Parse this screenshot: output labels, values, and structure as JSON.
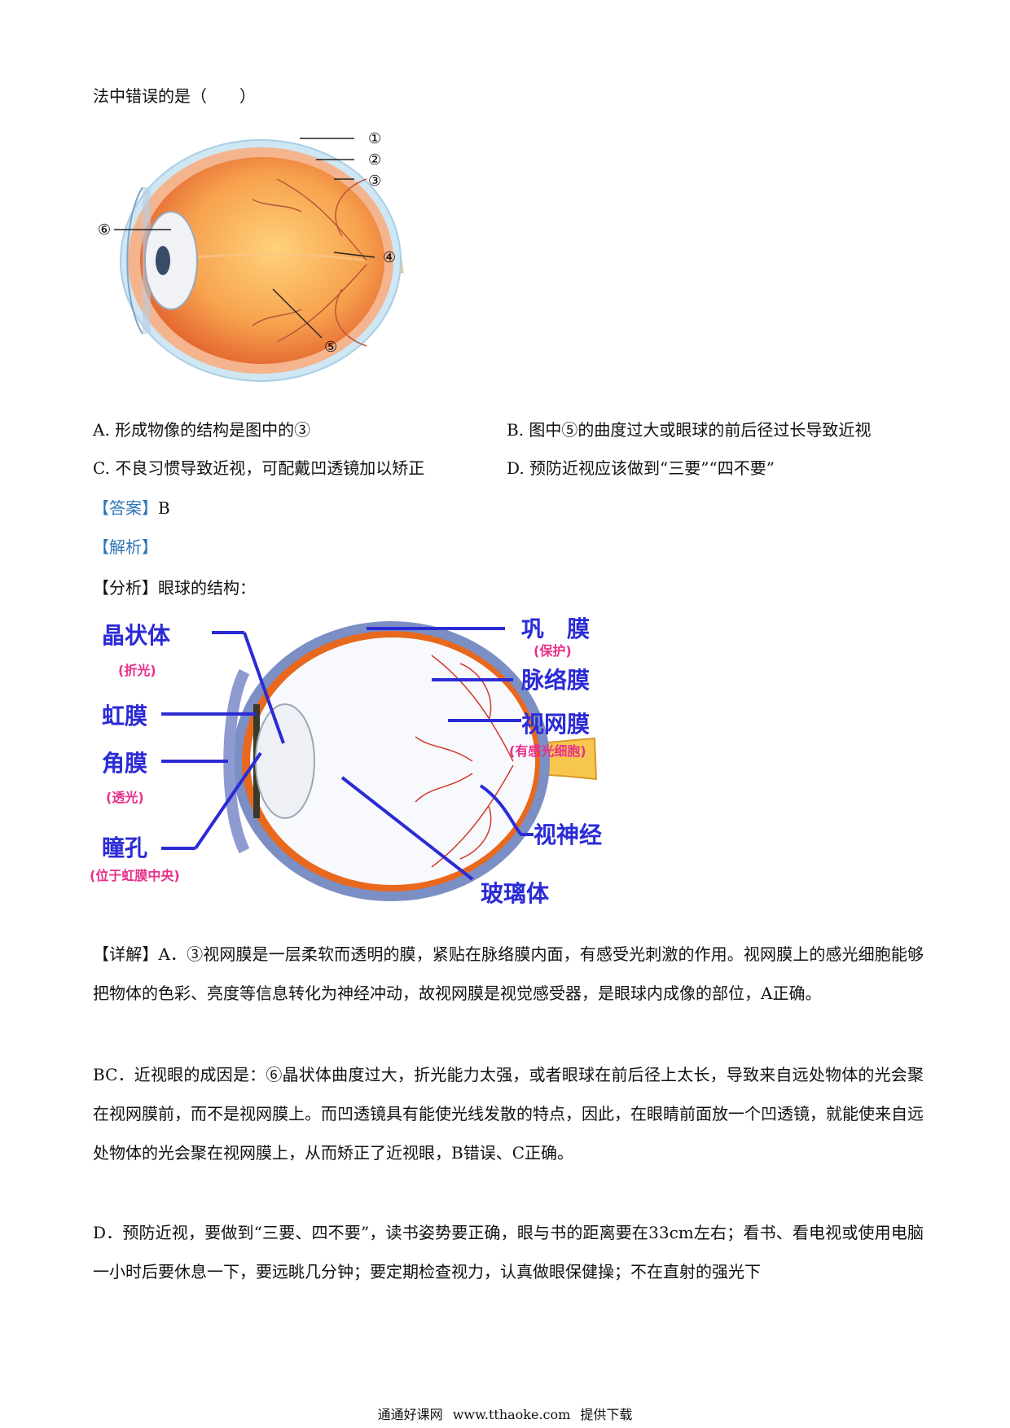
{
  "question": {
    "stem_tail": "法中错误的是（　　）",
    "diagram_numbers": [
      "①",
      "②",
      "③",
      "④",
      "⑤",
      "⑥"
    ],
    "options": [
      {
        "letter": "A.",
        "text": "形成物像的结构是图中的③"
      },
      {
        "letter": "B.",
        "text": "图中⑤的曲度过大或眼球的前后径过长导致近视"
      },
      {
        "letter": "C.",
        "text": "不良习惯导致近视，可配戴凹透镜加以矫正"
      },
      {
        "letter": "D.",
        "text": "预防近视应该做到“三要”“四不要”"
      }
    ]
  },
  "answer": {
    "tag": "【答案】",
    "value": "B"
  },
  "analysis": {
    "tag": "【解析】"
  },
  "fenxi": {
    "tag": "【分析】",
    "text": "眼球的结构："
  },
  "eye_labels": {
    "jingzhuangti": "晶状体",
    "jingzhuangti_note": "(折光)",
    "hongmo": "虹膜",
    "jiaomo": "角膜",
    "jiaomo_note": "(透光)",
    "tongkong": "瞳孔",
    "tongkong_note": "(位于虹膜中央)",
    "gongmo": "巩　膜",
    "gongmo_note": "(保护)",
    "maiduomo": "脉络膜",
    "shiwangmo": "视网膜",
    "shiwangmo_note": "(有感光细胞)",
    "shishenjing": "视神经",
    "bolieti": "玻璃体"
  },
  "detail": {
    "tag": "【详解】",
    "p1": "A．③视网膜是一层柔软而透明的膜，紧贴在脉络膜内面，有感受光刺激的作用。视网膜上的感光细胞能够把物体的色彩、亮度等信息转化为神经冲动，故视网膜是视觉感受器，是眼球内成像的部位，A正确。",
    "p2": "BC．近视眼的成因是：⑥晶状体曲度过大，折光能力太强，或者眼球在前后径上太长，导致来自远处物体的光会聚在视网膜前，而不是视网膜上。而凹透镜具有能使光线发散的特点，因此，在眼睛前面放一个凹透镜，就能使来自远处物体的光会聚在视网膜上，从而矫正了近视眼，B错误、C正确。",
    "p3": "D．预防近视，要做到“三要、四不要”，读书姿势要正确，眼与书的距离要在33cm左右；看书、看电视或使用电脑一小时后要休息一下，要远眺几分钟；要定期检查视力，认真做眼保健操；不在直射的强光下"
  },
  "footer": {
    "site": "通通好课网",
    "url": "www.tthaoke.com",
    "note": "提供下载"
  }
}
